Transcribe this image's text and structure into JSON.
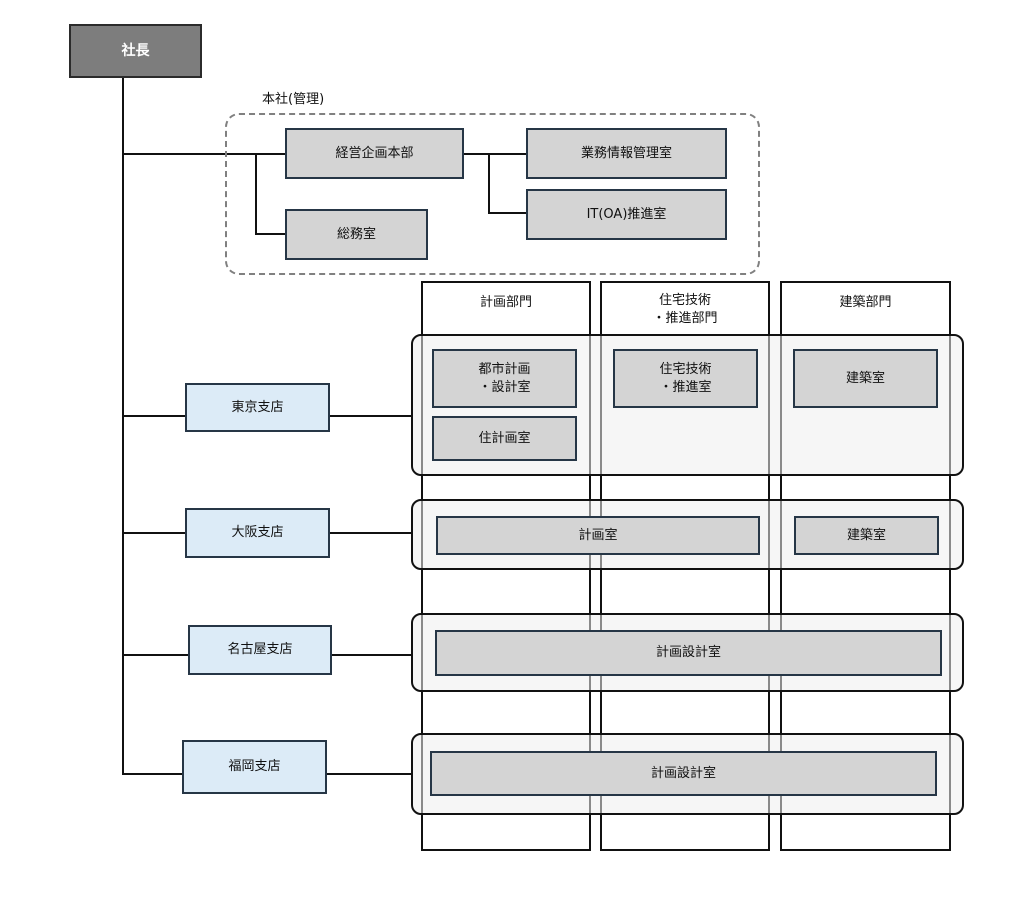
{
  "president": "社長",
  "headquarters": {
    "label": "本社(管理)",
    "management_planning": "経営企画本部",
    "general_affairs": "総務室",
    "business_info": "業務情報管理室",
    "it_oa": "IT(OA)推進室"
  },
  "divisions": [
    "計画部門",
    "住宅技術\n・推進部門",
    "建築部門"
  ],
  "branches": {
    "tokyo": {
      "name": "東京支店",
      "urban_planning": "都市計画\n・設計室",
      "housing_planning": "住計画室",
      "housing_tech": "住宅技術\n・推進室",
      "architecture": "建築室"
    },
    "osaka": {
      "name": "大阪支店",
      "planning": "計画室",
      "architecture": "建築室"
    },
    "nagoya": {
      "name": "名古屋支店",
      "planning_design": "計画設計室"
    },
    "fukuoka": {
      "name": "福岡支店",
      "planning_design": "計画設計室"
    }
  }
}
